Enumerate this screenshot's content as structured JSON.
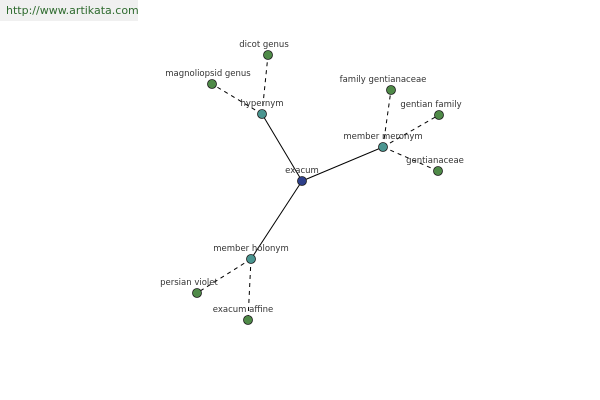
{
  "site_link": "http://www.artikata.com",
  "colors": {
    "root": "#2d3f8a",
    "relation": "#4a9590",
    "leaf": "#4f8a48",
    "edge": "#000000",
    "link": "#2f6b2f"
  },
  "graph": {
    "nodes": [
      {
        "id": "exacum",
        "label": "exacum",
        "kind": "root"
      },
      {
        "id": "hypernym",
        "label": "hypernym",
        "kind": "relation"
      },
      {
        "id": "member-meronym",
        "label": "member meronym",
        "kind": "relation"
      },
      {
        "id": "member-holonym",
        "label": "member holonym",
        "kind": "relation"
      },
      {
        "id": "dicot-genus",
        "label": "dicot genus",
        "kind": "leaf"
      },
      {
        "id": "magnoliopsid-genus",
        "label": "magnoliopsid genus",
        "kind": "leaf"
      },
      {
        "id": "family-gentianaceae",
        "label": "family gentianaceae",
        "kind": "leaf"
      },
      {
        "id": "gentian-family",
        "label": "gentian family",
        "kind": "leaf"
      },
      {
        "id": "gentianaceae",
        "label": "gentianaceae",
        "kind": "leaf"
      },
      {
        "id": "persian-violet",
        "label": "persian violet",
        "kind": "leaf"
      },
      {
        "id": "exacum-affine",
        "label": "exacum affine",
        "kind": "leaf"
      }
    ],
    "edges": [
      {
        "from": "exacum",
        "to": "hypernym",
        "style": "solid"
      },
      {
        "from": "exacum",
        "to": "member-meronym",
        "style": "solid"
      },
      {
        "from": "exacum",
        "to": "member-holonym",
        "style": "solid"
      },
      {
        "from": "hypernym",
        "to": "dicot-genus",
        "style": "dashed"
      },
      {
        "from": "hypernym",
        "to": "magnoliopsid-genus",
        "style": "dashed"
      },
      {
        "from": "member-meronym",
        "to": "family-gentianaceae",
        "style": "dashed"
      },
      {
        "from": "member-meronym",
        "to": "gentian-family",
        "style": "dashed"
      },
      {
        "from": "member-meronym",
        "to": "gentianaceae",
        "style": "dashed"
      },
      {
        "from": "member-holonym",
        "to": "persian-violet",
        "style": "dashed"
      },
      {
        "from": "member-holonym",
        "to": "exacum-affine",
        "style": "dashed"
      }
    ]
  }
}
